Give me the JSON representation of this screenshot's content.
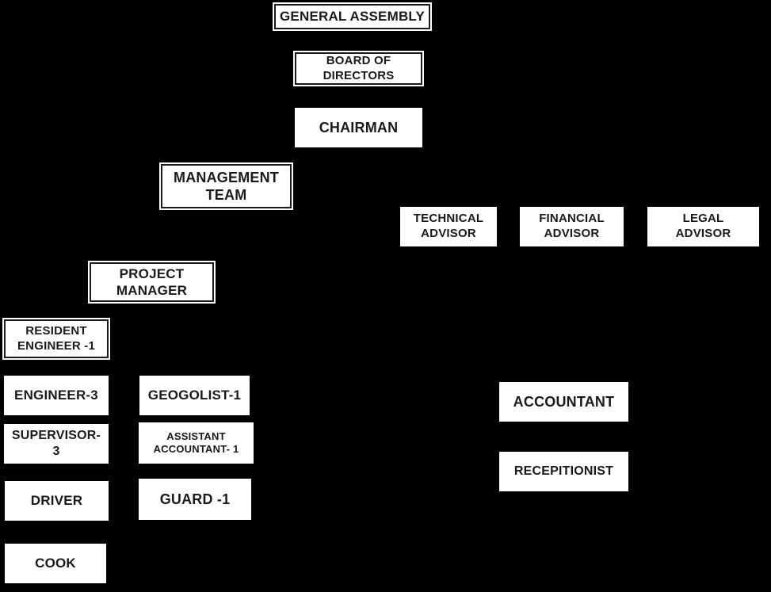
{
  "canvas": {
    "background_color": "#000000",
    "box_fill_color": "#ffffff",
    "box_text_color": "#1a1a1a",
    "box_border_color": "#1a1a1a"
  },
  "nodes": {
    "general_assembly": {
      "label": "GENERAL ASSEMBLY"
    },
    "board_of_directors": {
      "label": "BOARD OF\nDIRECTORS"
    },
    "chairman": {
      "label": "CHAIRMAN"
    },
    "management_team": {
      "label": "MANAGEMENT\nTEAM"
    },
    "technical_advisor": {
      "label": "TECHNICAL\nADVISOR"
    },
    "financial_advisor": {
      "label": "FINANCIAL\nADVISOR"
    },
    "legal_advisor": {
      "label": "LEGAL\nADVISOR"
    },
    "project_manager": {
      "label": "PROJECT\nMANAGER"
    },
    "resident_engineer": {
      "label": "RESIDENT\nENGINEER -1"
    },
    "engineer": {
      "label": "ENGINEER-3"
    },
    "geogolist": {
      "label": "GEOGOLIST-1"
    },
    "supervisor": {
      "label": "SUPERVISOR-\n3"
    },
    "assistant_accountant": {
      "label": "ASSISTANT\nACCOUNTANT- 1"
    },
    "driver": {
      "label": "DRIVER"
    },
    "guard": {
      "label": "GUARD -1"
    },
    "cook": {
      "label": "COOK"
    },
    "accountant": {
      "label": "ACCOUNTANT"
    },
    "recepitionist": {
      "label": "RECEPITIONIST"
    }
  }
}
